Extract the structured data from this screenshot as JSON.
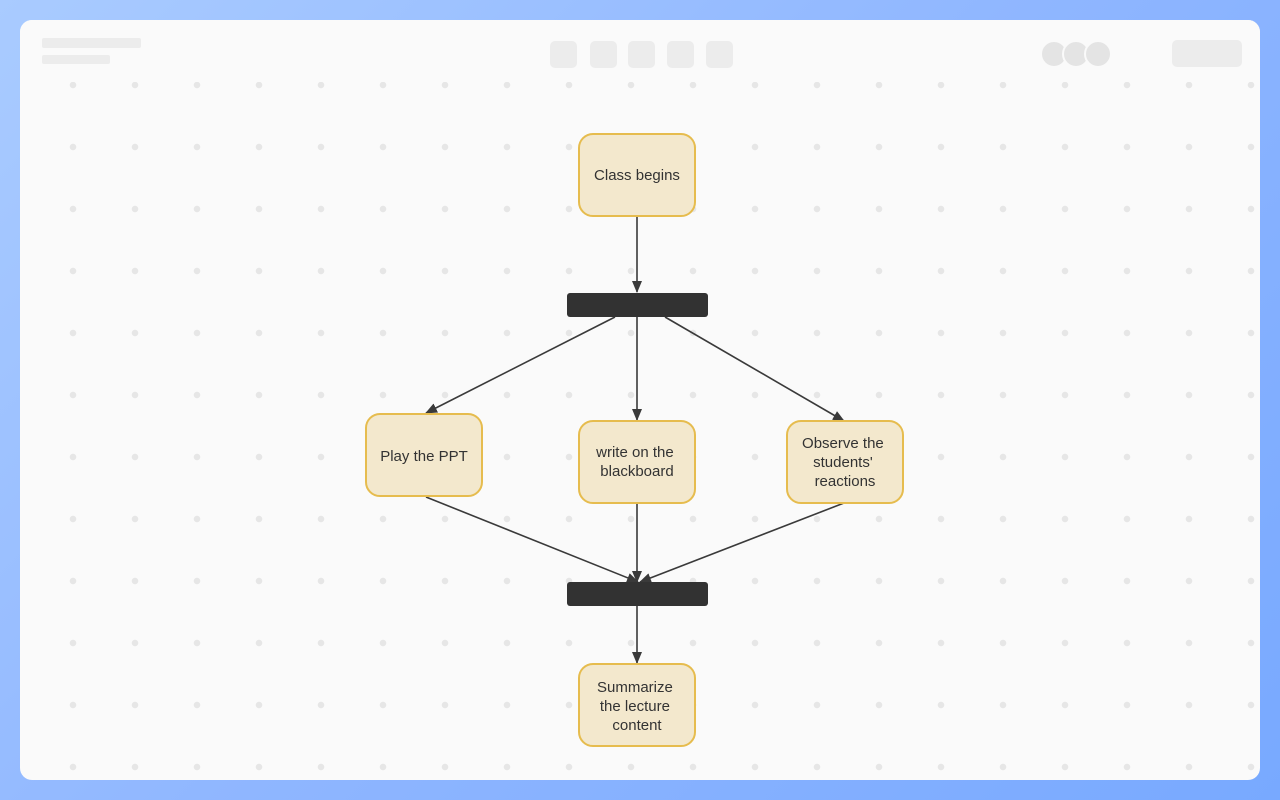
{
  "diagram": {
    "nodes": {
      "class_begins": "Class begins",
      "play_ppt": "Play the PPT",
      "write_blackboard": [
        "write on the",
        "blackboard"
      ],
      "observe_reactions": [
        "Observe the",
        "students'",
        "reactions"
      ],
      "summarize": [
        "Summarize",
        "the lecture",
        "content"
      ]
    }
  }
}
